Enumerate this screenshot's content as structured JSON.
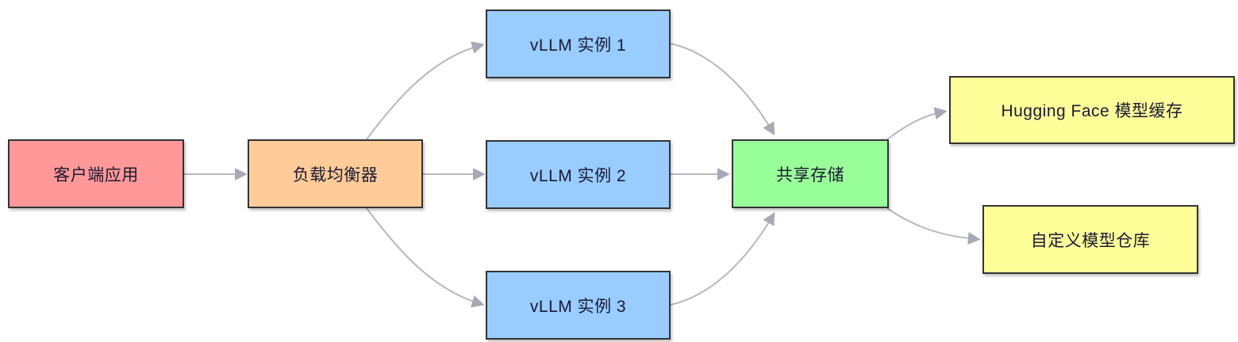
{
  "diagram": {
    "type": "flowchart",
    "direction": "left-to-right",
    "nodes": [
      {
        "id": "client-app",
        "label": "客户端应用",
        "fill": "#ff9999"
      },
      {
        "id": "load-balancer",
        "label": "负载均衡器",
        "fill": "#ffcc99"
      },
      {
        "id": "vllm-instance-1",
        "label": "vLLM 实例 1",
        "fill": "#99ccff"
      },
      {
        "id": "vllm-instance-2",
        "label": "vLLM 实例 2",
        "fill": "#99ccff"
      },
      {
        "id": "vllm-instance-3",
        "label": "vLLM 实例 3",
        "fill": "#99ccff"
      },
      {
        "id": "shared-storage",
        "label": "共享存储",
        "fill": "#99ff99"
      },
      {
        "id": "hf-model-cache",
        "label": "Hugging Face 模型缓存",
        "fill": "#ffff99"
      },
      {
        "id": "custom-repo",
        "label": "自定义模型仓库",
        "fill": "#ffff99"
      }
    ],
    "edges": [
      {
        "from": "client-app",
        "to": "load-balancer"
      },
      {
        "from": "load-balancer",
        "to": "vllm-instance-1"
      },
      {
        "from": "load-balancer",
        "to": "vllm-instance-2"
      },
      {
        "from": "load-balancer",
        "to": "vllm-instance-3"
      },
      {
        "from": "vllm-instance-1",
        "to": "shared-storage"
      },
      {
        "from": "vllm-instance-2",
        "to": "shared-storage"
      },
      {
        "from": "vllm-instance-3",
        "to": "shared-storage"
      },
      {
        "from": "shared-storage",
        "to": "hf-model-cache"
      },
      {
        "from": "shared-storage",
        "to": "custom-repo"
      }
    ],
    "colors": {
      "edge_line": "#b7b7c1",
      "arrowhead": "#a9a9b5",
      "node_border": "#333333",
      "text": "#1a1a33",
      "background": "#ffffff"
    }
  }
}
